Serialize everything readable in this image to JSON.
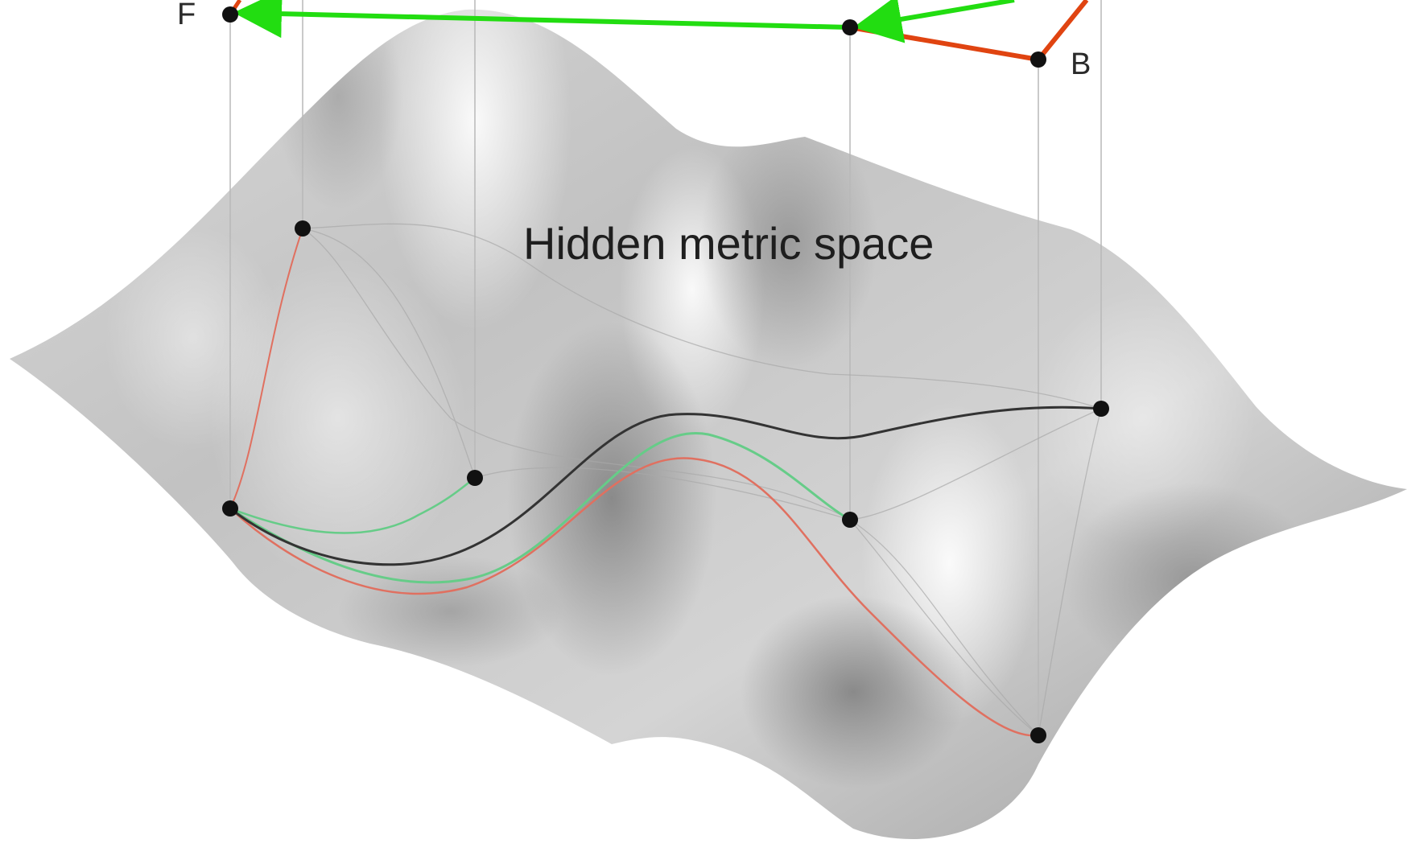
{
  "diagram": {
    "surface_label": "Hidden metric space",
    "nodes": [
      {
        "id": "F",
        "label": "F"
      },
      {
        "id": "B",
        "label": "B"
      }
    ],
    "colors": {
      "background": "#ffffff",
      "surface_light": "#f2f2f2",
      "surface_mid": "#c4c4c4",
      "surface_dark": "#8c8c8c",
      "node": "#111111",
      "green_arrow": "#22dd11",
      "red_edge": "#e04411",
      "geodesic_dark": "#333333",
      "geodesic_green": "#66cc88",
      "geodesic_red": "#e07060",
      "projection_line": "#b8b8b8"
    }
  }
}
